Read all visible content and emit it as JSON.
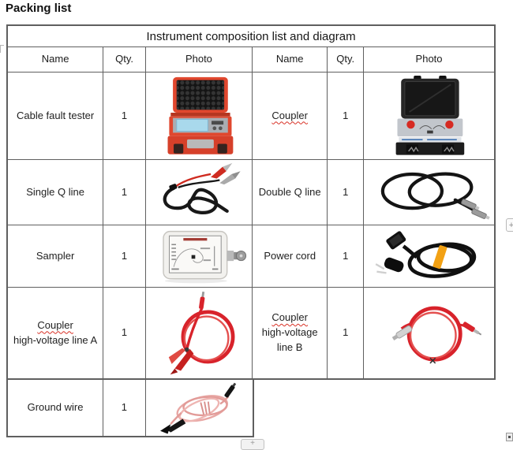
{
  "page": {
    "title": "Packing list"
  },
  "table": {
    "title": "Instrument composition list and diagram",
    "column_headers": [
      "Name",
      "Qty.",
      "Photo",
      "Name",
      "Qty.",
      "Photo"
    ],
    "rows": [
      {
        "cells": [
          {
            "name_lines": [
              {
                "text": "Cable fault tester",
                "wavy": false
              }
            ],
            "qty": "1",
            "photo": "cable-fault-tester"
          },
          {
            "name_lines": [
              {
                "text": "Coupler",
                "wavy": true
              }
            ],
            "qty": "1",
            "photo": "coupler"
          }
        ]
      },
      {
        "cells": [
          {
            "name_lines": [
              {
                "text": "Single Q line",
                "wavy": false
              }
            ],
            "qty": "1",
            "photo": "single-q-line"
          },
          {
            "name_lines": [
              {
                "text": "Double Q line",
                "wavy": false
              }
            ],
            "qty": "1",
            "photo": "double-q-line"
          }
        ]
      },
      {
        "cells": [
          {
            "name_lines": [
              {
                "text": "Sampler",
                "wavy": false
              }
            ],
            "qty": "1",
            "photo": "sampler"
          },
          {
            "name_lines": [
              {
                "text": "Power cord",
                "wavy": false
              }
            ],
            "qty": "1",
            "photo": "power-cord"
          }
        ]
      },
      {
        "cells": [
          {
            "name_lines": [
              {
                "text": "Coupler",
                "wavy": true
              },
              {
                "text": "high-voltage line A",
                "wavy": false
              }
            ],
            "qty": "1",
            "photo": "coupler-high-voltage-line-a"
          },
          {
            "name_lines": [
              {
                "text": "Coupler",
                "wavy": true
              },
              {
                "text": "high-voltage",
                "wavy": false
              },
              {
                "text": "line B",
                "wavy": false
              }
            ],
            "qty": "1",
            "photo": "coupler-high-voltage-line-b"
          }
        ]
      }
    ],
    "partial_row": {
      "name_lines": [
        {
          "text": "Ground wire",
          "wavy": false
        }
      ],
      "qty": "1",
      "photo": "ground-wire"
    }
  },
  "handles": {
    "side_insert_label": "+",
    "bottom_insert_label": "+"
  },
  "colors": {
    "table_border": "#5f5f5f",
    "tester_case_red": "#e0472e",
    "hv_line_red": "#d8232b",
    "power_strap_yellow": "#f2a114",
    "ground_wire_pink": "#e8a7a4",
    "spellcheck_red": "#d93025"
  }
}
